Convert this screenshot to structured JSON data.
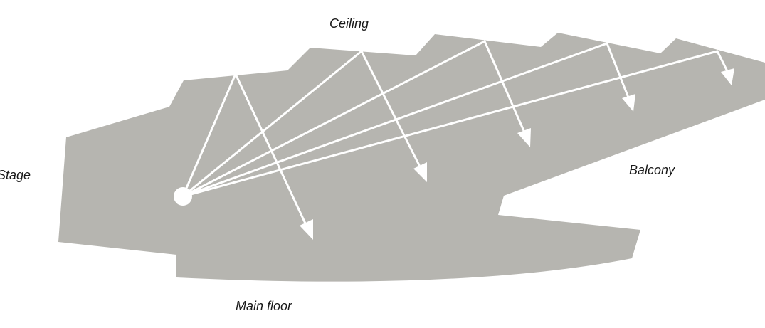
{
  "labels": {
    "ceiling": "Ceiling",
    "stage": "Stage",
    "balcony": "Balcony",
    "main_floor": "Main floor"
  },
  "colors": {
    "hall_fill": "#b6b5b0",
    "rays": "#ffffff",
    "text": "#1a1a1a",
    "background": "#ffffff"
  }
}
